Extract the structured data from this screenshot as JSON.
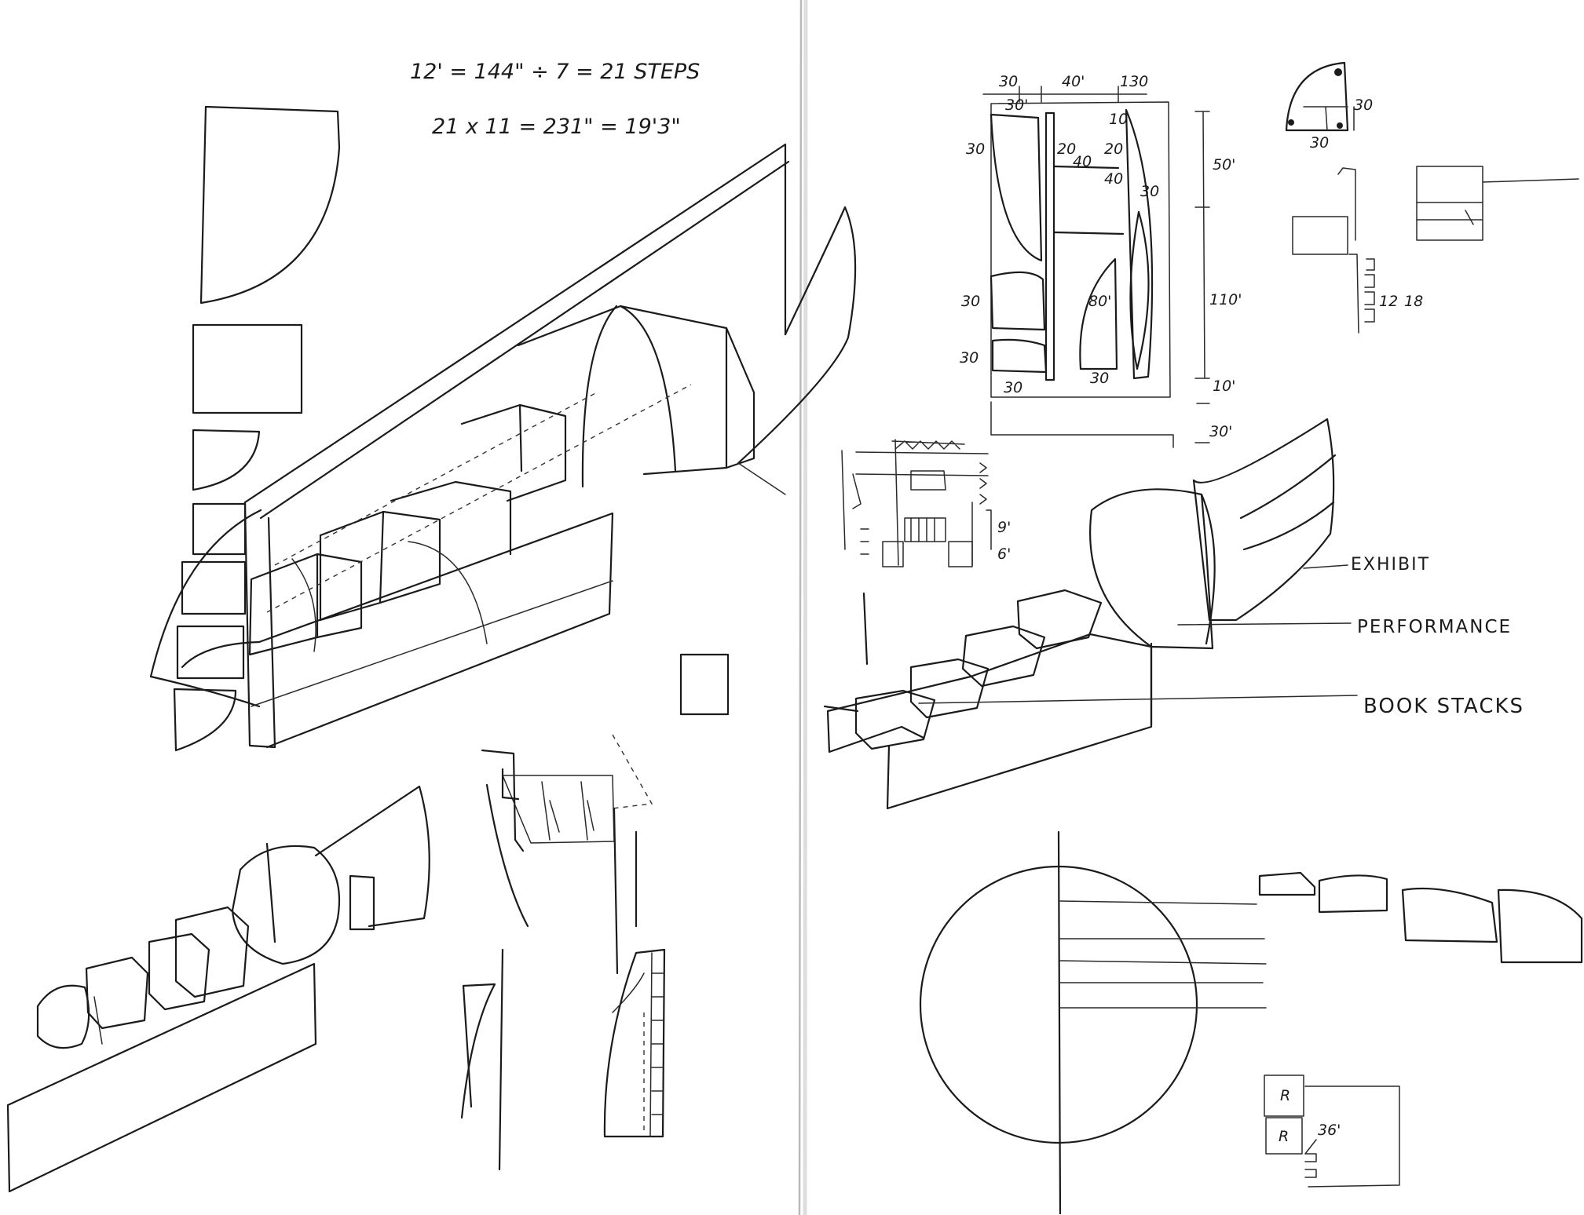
{
  "notes": {
    "line1": "12' = 144\" ÷ 7 = 21 STEPS",
    "line2": "21 x 11 = 231\" = 19'3\""
  },
  "labels": {
    "exhibit": "EXHIBIT",
    "performance": "PERFORMANCE",
    "book_stacks": "BOOK STACKS"
  },
  "plan_dims": {
    "top_30a": "30",
    "top_40": "40'",
    "top_30b": "130",
    "sub_30": "30'",
    "left_30a": "30",
    "left_30b": "30",
    "left_30c": "30",
    "bottom_30": "30",
    "inner_20": "20",
    "inner_40": "40",
    "inner_80": "80'",
    "inner_30": "30",
    "col_10": "10",
    "col_20": "20",
    "col_40": "40",
    "right_50": "50'",
    "right_110": "110'",
    "right_10": "10'",
    "right_30": "30'"
  },
  "small_dims": {
    "d30a": "30",
    "d30b": "30",
    "d12": "12",
    "d18": "18",
    "d9": "9'",
    "d6": "6'",
    "d36": "36'",
    "r1": "R",
    "r2": "R"
  }
}
